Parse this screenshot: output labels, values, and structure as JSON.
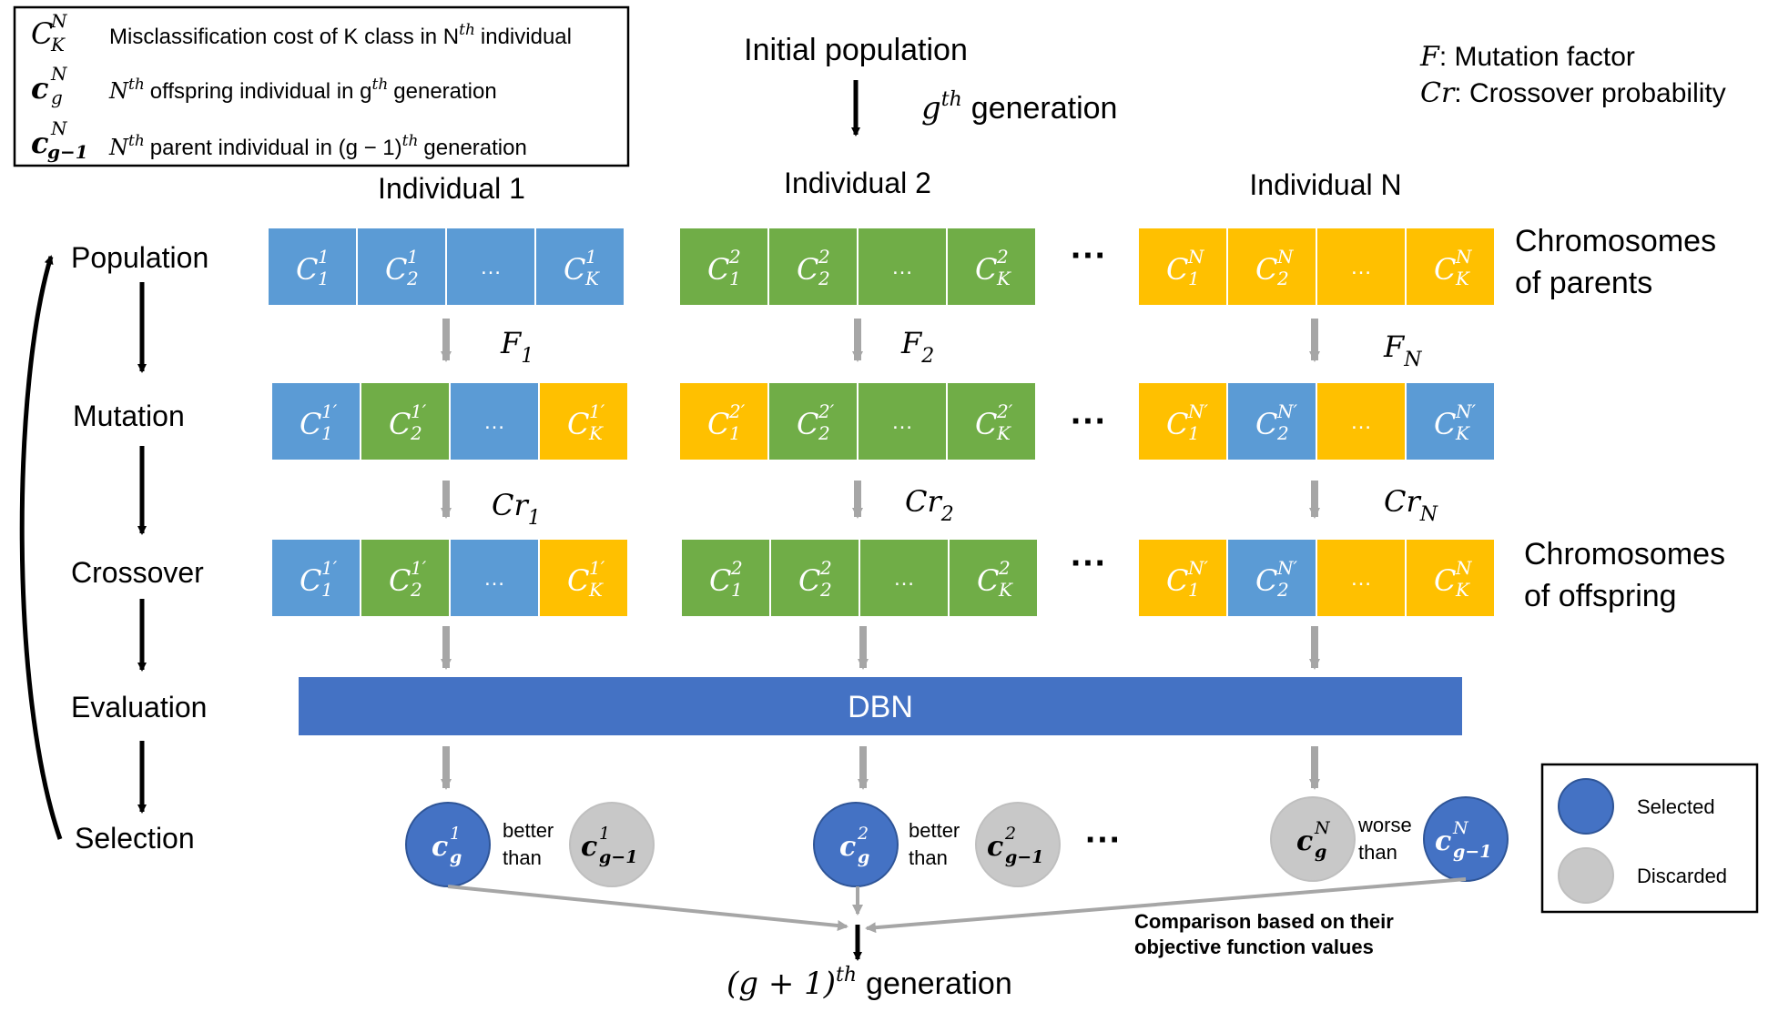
{
  "colors": {
    "blue": "#5b9bd5",
    "green": "#70ad47",
    "yellow": "#ffc000",
    "dbn": "#4472c4",
    "selected": "#4472c4",
    "discarded": "#c8c8c8",
    "arrow_gray": "#a6a6a6",
    "arrow_black": "#000000"
  },
  "notation": {
    "items": [
      {
        "symbol": "C",
        "sup": "N",
        "sub": "K",
        "text": "Misclassification cost of K class in N",
        "text_sup": "th",
        "text_tail": "individual"
      },
      {
        "symbol": "c",
        "sup": "N",
        "sub": "g",
        "text": "N",
        "text_sup": "th",
        "text_tail": "offspring individual in g",
        "text_sup2": "th",
        "text_tail2": "generation"
      },
      {
        "symbol": "c",
        "sup": "N",
        "sub": "g−1",
        "text": "N",
        "text_sup": "th",
        "text_tail": "parent individual in (g − 1)",
        "text_sup2": "th",
        "text_tail2": "generation"
      }
    ]
  },
  "header": {
    "initial_population": "Initial population",
    "generation_g": "g",
    "generation_sup": "th",
    "generation_word": "generation"
  },
  "parameters": {
    "f_symbol": "F",
    "f_text": ":   Mutation factor",
    "cr_symbol": "Cr",
    "cr_text": ": Crossover probability"
  },
  "individual_titles": [
    "Individual 1",
    "Individual 2",
    "Individual N"
  ],
  "stages": [
    "Population",
    "Mutation",
    "Crossover",
    "Evaluation",
    "Selection"
  ],
  "side_labels": {
    "parents": [
      "Chromosomes",
      "of parents"
    ],
    "offspring": [
      "Chromosomes",
      "of offspring"
    ]
  },
  "ellipsis": "…",
  "dots": "···",
  "rows": {
    "population": [
      {
        "cells": [
          {
            "c": "blue",
            "sup": "1",
            "sub": "1"
          },
          {
            "c": "blue",
            "sup": "1",
            "sub": "2"
          },
          {
            "c": "blue",
            "dots": true
          },
          {
            "c": "blue",
            "sup": "1",
            "sub": "K"
          }
        ]
      },
      {
        "cells": [
          {
            "c": "green",
            "sup": "2",
            "sub": "1"
          },
          {
            "c": "green",
            "sup": "2",
            "sub": "2"
          },
          {
            "c": "green",
            "dots": true
          },
          {
            "c": "green",
            "sup": "2",
            "sub": "K"
          }
        ]
      },
      {
        "cells": [
          {
            "c": "yellow",
            "sup": "N",
            "sub": "1"
          },
          {
            "c": "yellow",
            "sup": "N",
            "sub": "2"
          },
          {
            "c": "yellow",
            "dots": true
          },
          {
            "c": "yellow",
            "sup": "N",
            "sub": "K"
          }
        ]
      }
    ],
    "mutation": [
      {
        "cells": [
          {
            "c": "blue",
            "sup": "1′",
            "sub": "1"
          },
          {
            "c": "green",
            "sup": "1′",
            "sub": "2"
          },
          {
            "c": "blue",
            "dots": true
          },
          {
            "c": "yellow",
            "sup": "1′",
            "sub": "K"
          }
        ]
      },
      {
        "cells": [
          {
            "c": "yellow",
            "sup": "2′",
            "sub": "1"
          },
          {
            "c": "green",
            "sup": "2′",
            "sub": "2"
          },
          {
            "c": "green",
            "dots": true
          },
          {
            "c": "green",
            "sup": "2′",
            "sub": "K"
          }
        ]
      },
      {
        "cells": [
          {
            "c": "yellow",
            "sup": "N′",
            "sub": "1"
          },
          {
            "c": "blue",
            "sup": "N′",
            "sub": "2"
          },
          {
            "c": "yellow",
            "dots": true
          },
          {
            "c": "blue",
            "sup": "N′",
            "sub": "K"
          }
        ]
      }
    ],
    "crossover": [
      {
        "cells": [
          {
            "c": "blue",
            "sup": "1′",
            "sub": "1"
          },
          {
            "c": "green",
            "sup": "1′",
            "sub": "2"
          },
          {
            "c": "blue",
            "dots": true
          },
          {
            "c": "yellow",
            "sup": "1′",
            "sub": "K"
          }
        ]
      },
      {
        "cells": [
          {
            "c": "green",
            "sup": "2",
            "sub": "1"
          },
          {
            "c": "green",
            "sup": "2",
            "sub": "2"
          },
          {
            "c": "green",
            "dots": true
          },
          {
            "c": "green",
            "sup": "2",
            "sub": "K"
          }
        ]
      },
      {
        "cells": [
          {
            "c": "yellow",
            "sup": "N′",
            "sub": "1"
          },
          {
            "c": "blue",
            "sup": "N′",
            "sub": "2"
          },
          {
            "c": "yellow",
            "dots": true
          },
          {
            "c": "yellow",
            "sup": "N",
            "sub": "K"
          }
        ]
      }
    ]
  },
  "mutation_factors": [
    {
      "s": "F",
      "sub": "1"
    },
    {
      "s": "F",
      "sub": "2"
    },
    {
      "s": "F",
      "sub": "N"
    }
  ],
  "crossover_probs": [
    {
      "s": "Cr",
      "sub": "1"
    },
    {
      "s": "Cr",
      "sub": "2"
    },
    {
      "s": "Cr",
      "sub": "N"
    }
  ],
  "dbn_label": "DBN",
  "selection": [
    {
      "left": {
        "sup": "1",
        "sub": "g",
        "state": "selected"
      },
      "rel": [
        "better",
        "than"
      ],
      "right": {
        "sup": "1",
        "sub": "g−1",
        "state": "discarded"
      }
    },
    {
      "left": {
        "sup": "2",
        "sub": "g",
        "state": "selected"
      },
      "rel": [
        "better",
        "than"
      ],
      "right": {
        "sup": "2",
        "sub": "g−1",
        "state": "discarded"
      }
    },
    {
      "left": {
        "sup": "N",
        "sub": "g",
        "state": "discarded"
      },
      "rel": [
        "worse",
        "than"
      ],
      "right": {
        "sup": "N",
        "sub": "g−1",
        "state": "selected"
      }
    }
  ],
  "comparison_note": [
    "Comparison based on their",
    "objective function values"
  ],
  "next_generation": {
    "expr": "(g + 1)",
    "sup": "th",
    "word": "generation"
  },
  "legend": {
    "selected": "Selected",
    "discarded": "Discarded"
  }
}
